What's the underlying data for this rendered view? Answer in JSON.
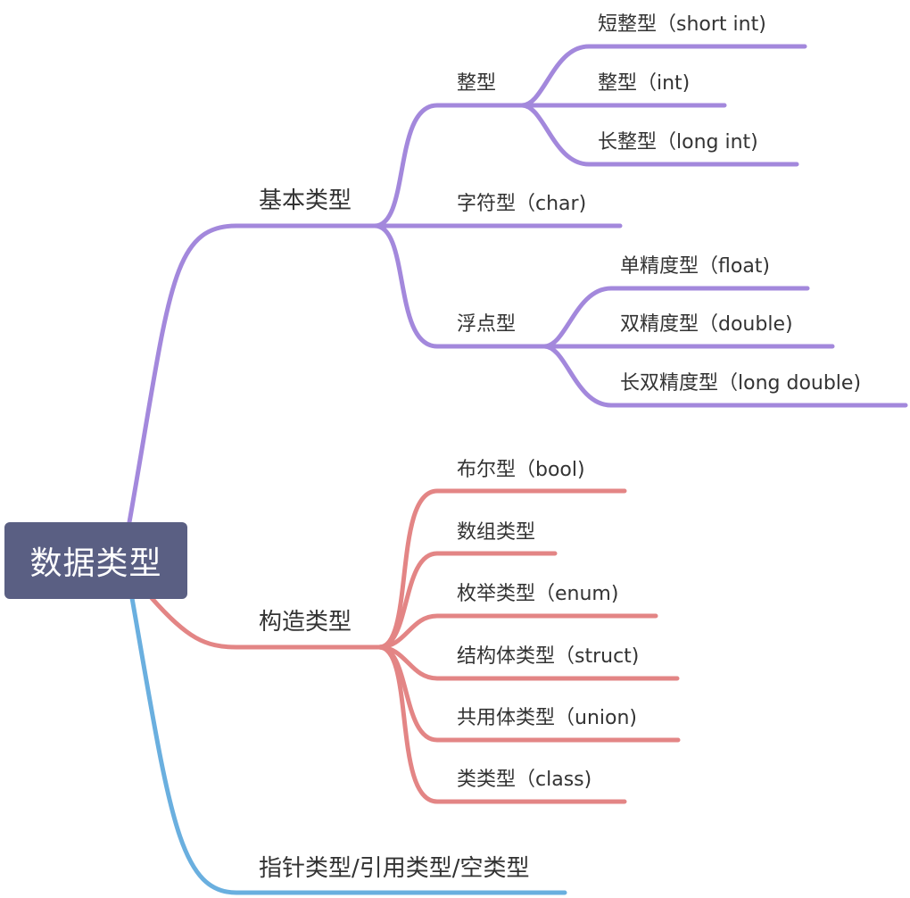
{
  "root": {
    "label": "数据类型",
    "color": "#5a5f83"
  },
  "colors": {
    "basic": "#a388dc",
    "composite": "#e38585",
    "other": "#6aafdf"
  },
  "branches": {
    "basic": {
      "label": "基本类型",
      "integer": {
        "label": "整型",
        "short": "短整型（short int)",
        "int": "整型（int)",
        "long": "长整型（long int)"
      },
      "char": "字符型（char)",
      "float": {
        "label": "浮点型",
        "single": "单精度型（float)",
        "double": "双精度型（double)",
        "long_double": "长双精度型（long double)"
      }
    },
    "composite": {
      "label": "构造类型",
      "bool": "布尔型（bool)",
      "array": "数组类型",
      "enum": "枚举类型（enum)",
      "struct": "结构体类型（struct)",
      "union": "共用体类型（union)",
      "class": "类类型（class)"
    },
    "other": {
      "label": "指针类型/引用类型/空类型"
    }
  }
}
